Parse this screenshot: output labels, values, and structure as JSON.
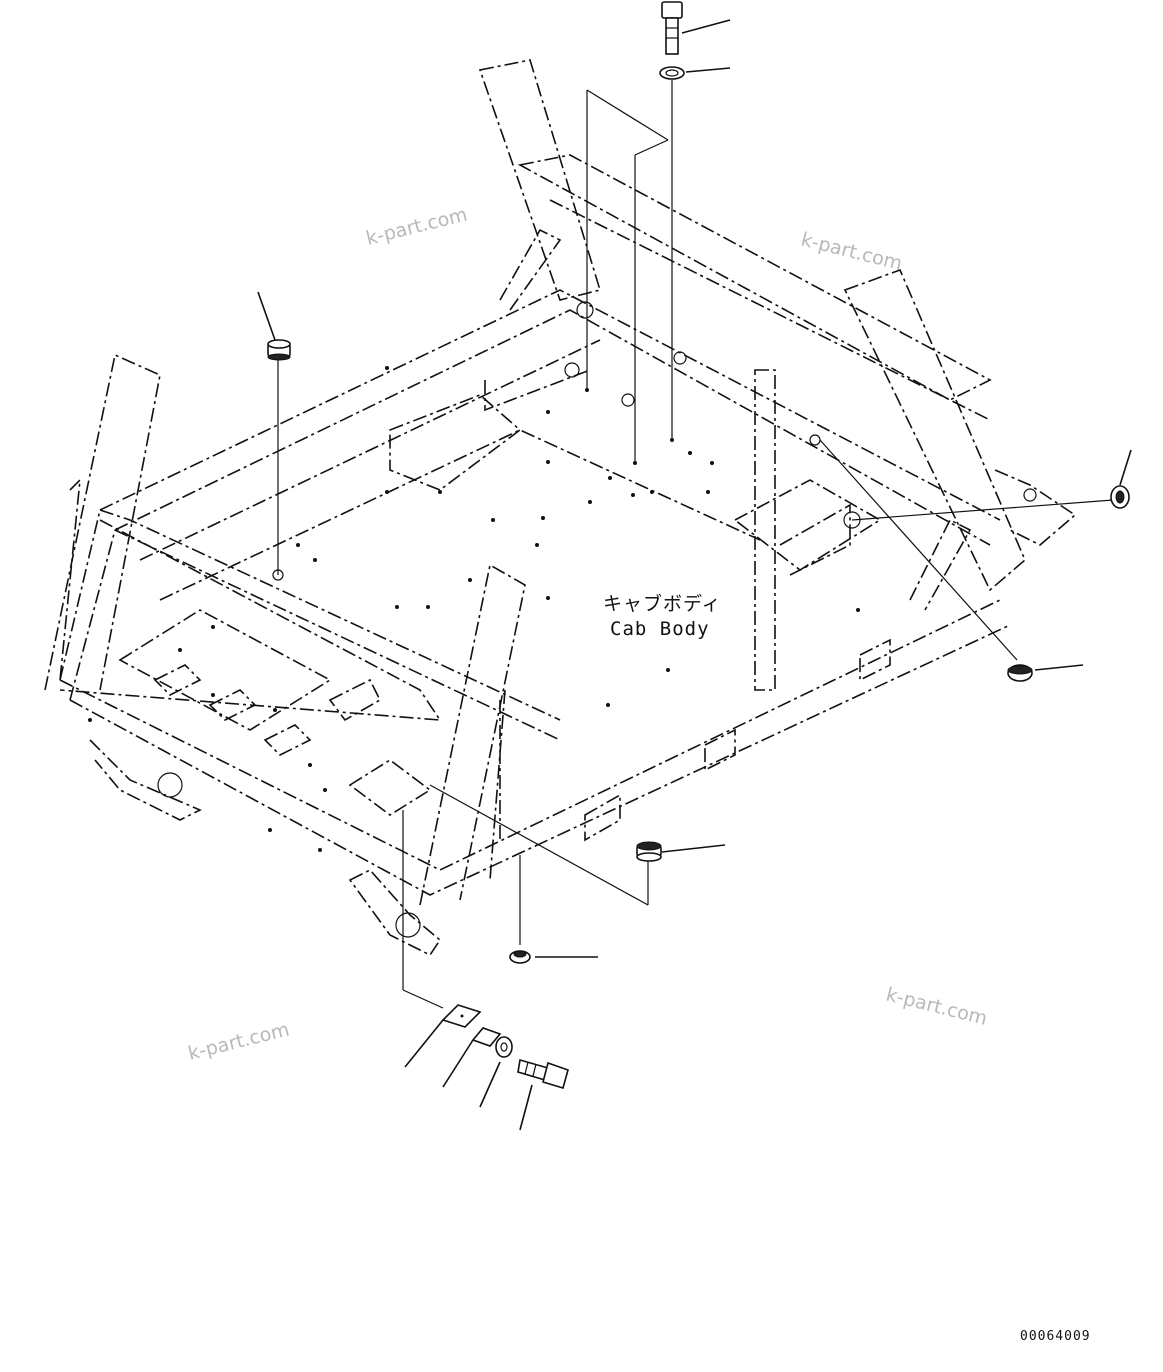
{
  "labels": {
    "cab_body_jp": "キャブボディ",
    "cab_body_en": "Cab Body"
  },
  "watermarks": [
    "k-part.com",
    "k-part.com",
    "k-part.com",
    "k-part.com"
  ],
  "drawing_number": "00064009"
}
